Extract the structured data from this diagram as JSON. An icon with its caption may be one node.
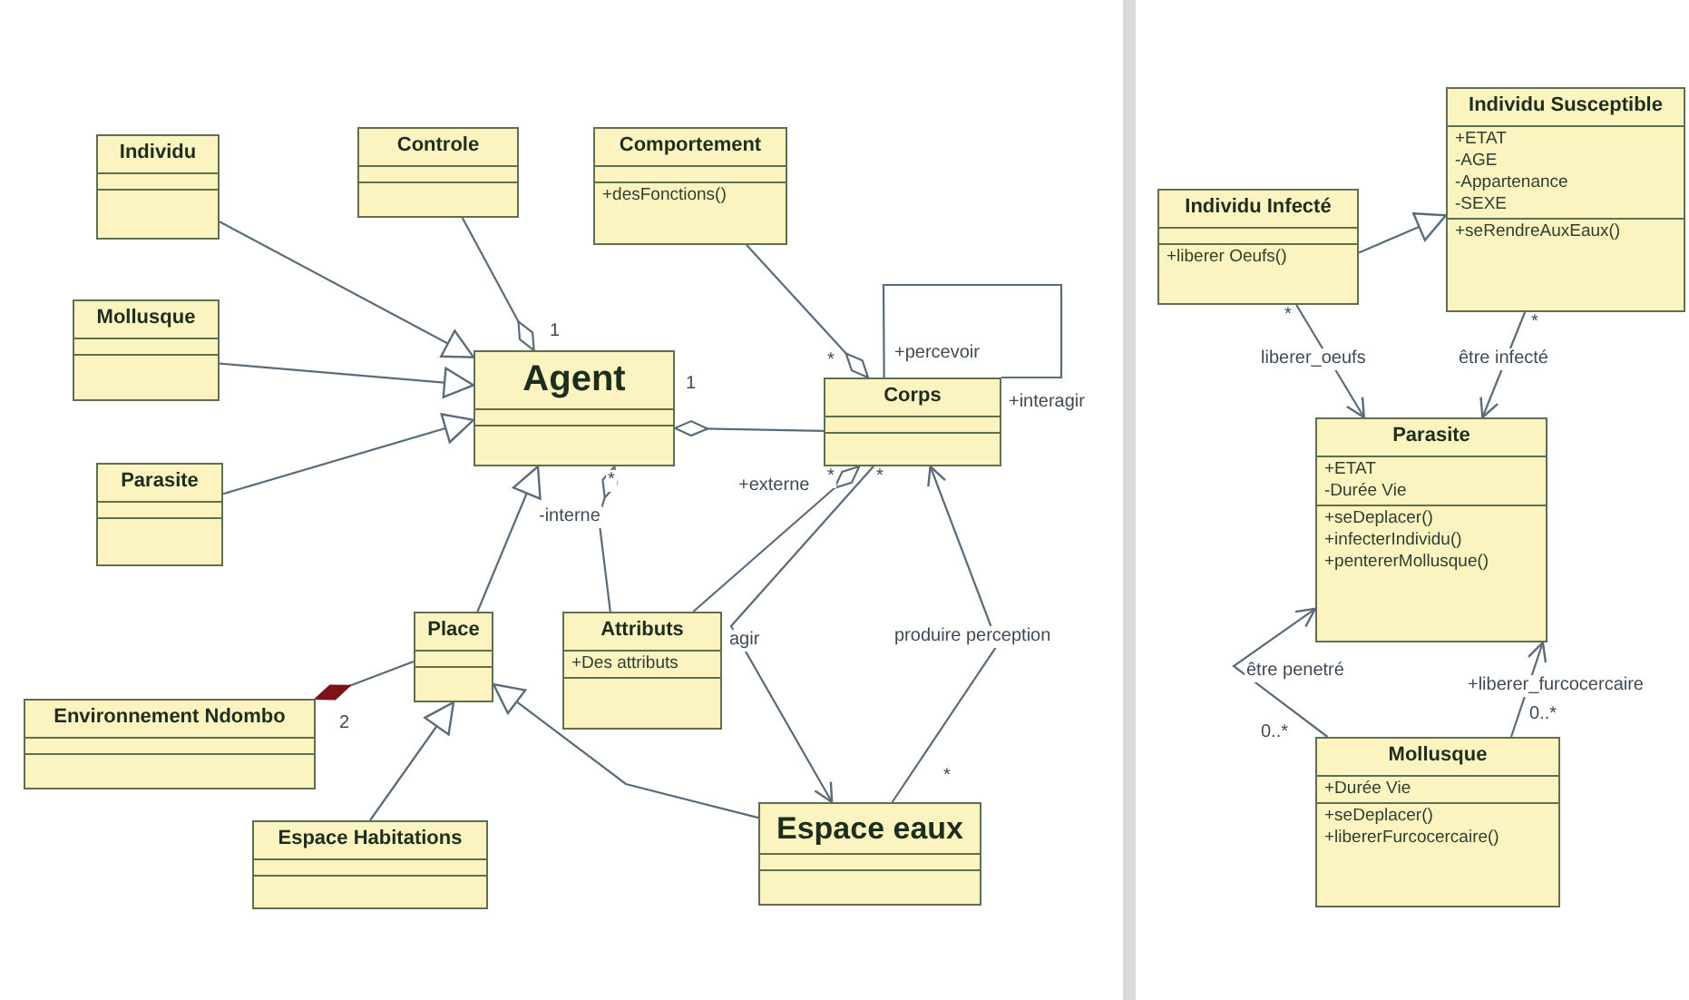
{
  "diagram": {
    "nodes": [
      {
        "text": [
          "Individu"
        ]
      },
      {
        "text": [
          "Controle"
        ]
      },
      {
        "text": [
          "Comportement",
          "+desFonctions()"
        ]
      },
      {
        "text": [
          "Mollusque"
        ]
      },
      {
        "text": [
          "Agent"
        ]
      },
      {
        "text": [
          "Corps"
        ]
      },
      {
        "text": [
          "Parasite"
        ]
      },
      {
        "text": [
          "Place"
        ]
      },
      {
        "text": [
          "Attributs",
          "+Des attributs"
        ]
      },
      {
        "text": [
          "Environnement Ndombo"
        ]
      },
      {
        "text": [
          "Espace Habitations"
        ]
      },
      {
        "text": [
          "Espace eaux"
        ]
      },
      {
        "text": [
          "Individu Susceptible",
          "+ETAT",
          "-AGE",
          "-Appartenance",
          "-SEXE",
          "+seRendreAuxEaux()"
        ]
      },
      {
        "text": [
          "Individu Infecté",
          "+liberer Oeufs()"
        ]
      },
      {
        "text": [
          "Parasite",
          "+ETAT",
          "-Durée Vie",
          "+seDeplacer()",
          "+infecterIndividu()",
          "+pentererMollusque()"
        ]
      },
      {
        "text": [
          "Mollusque",
          "+Durée Vie",
          "+seDeplacer()",
          "+libererFurcocercaire()"
        ]
      }
    ],
    "edges": [
      {
        "from": 0,
        "to": 4,
        "arrow": "to"
      },
      {
        "from": 1,
        "to": 4,
        "arrow": "other"
      },
      {
        "from": 3,
        "to": 4,
        "arrow": "to"
      },
      {
        "from": 6,
        "to": 4,
        "arrow": "to"
      },
      {
        "from": 2,
        "to": 5,
        "arrow": "other"
      },
      {
        "from": 5,
        "to": 4,
        "arrow": "other"
      },
      {
        "from": 5,
        "to": 5,
        "arrow": "none",
        "label": "+percevoir"
      },
      {
        "from": 8,
        "to": 4,
        "arrow": "other"
      },
      {
        "from": 8,
        "to": 5,
        "arrow": "other"
      },
      {
        "from": 5,
        "to": 11,
        "arrow": "to",
        "label": "agir"
      },
      {
        "from": 11,
        "to": 5,
        "arrow": "to",
        "label": "produire perception"
      },
      {
        "from": 7,
        "to": 4,
        "arrow": "to"
      },
      {
        "from": 7,
        "to": 9,
        "arrow": "other"
      },
      {
        "from": 10,
        "to": 7,
        "arrow": "to"
      },
      {
        "from": 11,
        "to": 7,
        "arrow": "to"
      },
      {
        "from": 13,
        "to": 12,
        "arrow": "to"
      },
      {
        "from": 13,
        "to": 14,
        "arrow": "to",
        "label": "liberer_oeufs"
      },
      {
        "from": 12,
        "to": 14,
        "arrow": "to",
        "label": "être infecté"
      },
      {
        "from": 15,
        "to": 14,
        "arrow": "to",
        "label": "être penetré"
      },
      {
        "from": 15,
        "to": 14,
        "arrow": "to",
        "label": "+liberer_furcocercaire"
      }
    ],
    "labels": [
      "1",
      "*",
      "1",
      "+interagir",
      "*",
      "-interne",
      "+externe",
      "*",
      "*",
      "2",
      "*",
      "*",
      "*",
      "0..*",
      "0..*"
    ]
  }
}
